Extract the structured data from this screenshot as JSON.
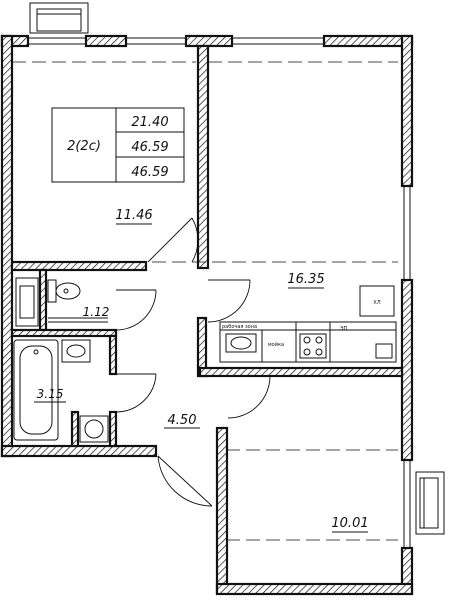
{
  "apartment": {
    "type_code": "2(2с)",
    "areas": [
      "21.40",
      "46.59",
      "46.59"
    ]
  },
  "rooms": [
    {
      "id": "room-1",
      "area": "11.46"
    },
    {
      "id": "kitchen-living",
      "area": "16.35"
    },
    {
      "id": "wc",
      "area": "1.12"
    },
    {
      "id": "bathroom",
      "area": "3.15"
    },
    {
      "id": "hall",
      "area": "4.50"
    },
    {
      "id": "room-2",
      "area": "10.01"
    }
  ],
  "kitchen": {
    "worktop_label": "рабочая зона",
    "sink_label": "мойка",
    "fridge_label": "ХЛ",
    "stove_label": "ЭП"
  },
  "colors": {
    "line": "#111111",
    "background": "#ffffff"
  }
}
